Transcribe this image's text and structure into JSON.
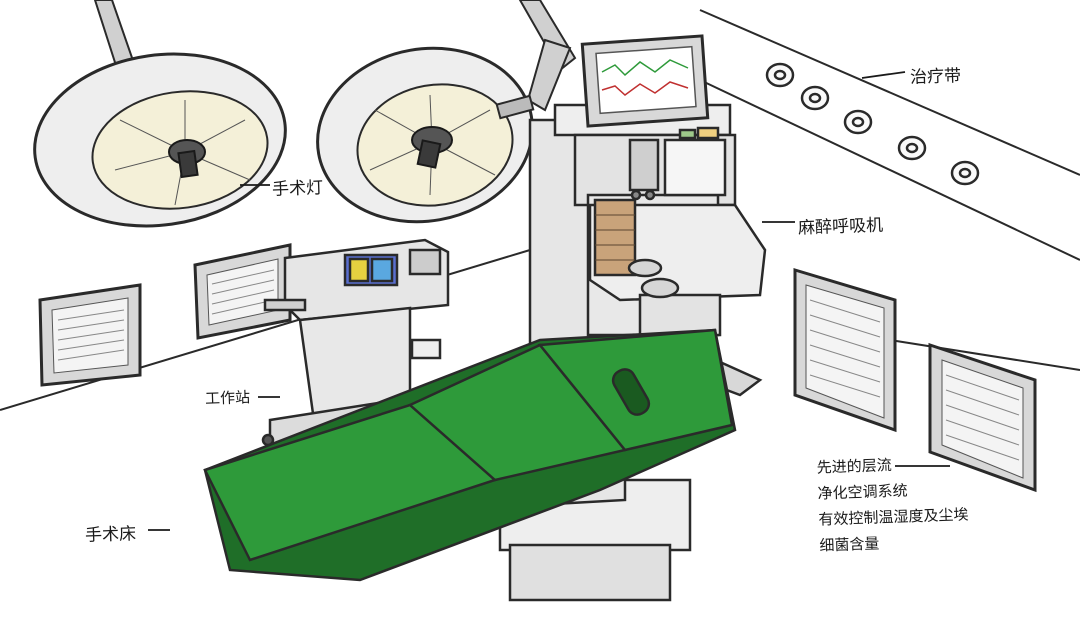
{
  "labels": {
    "surgical_lamp": "手术灯",
    "anesthesia_machine": "麻醉呼吸机",
    "workstation": "工作站",
    "operating_table": "手术床",
    "gas_band": "治疗带",
    "ventilation_note": [
      "先进的层流",
      "净化空调系统",
      "有效控制温湿度及尘埃",
      "细菌含量"
    ]
  },
  "colors": {
    "table_green": "#2e9a3a",
    "table_green_dark": "#1f6e28",
    "lamp_glow": "#f4f0d8",
    "machine_gray": "#e6e6e6",
    "outline": "#2a2a2a"
  },
  "icons": {
    "monitor": "monitor-icon",
    "gas_outlet": "gas-outlet-icon"
  }
}
